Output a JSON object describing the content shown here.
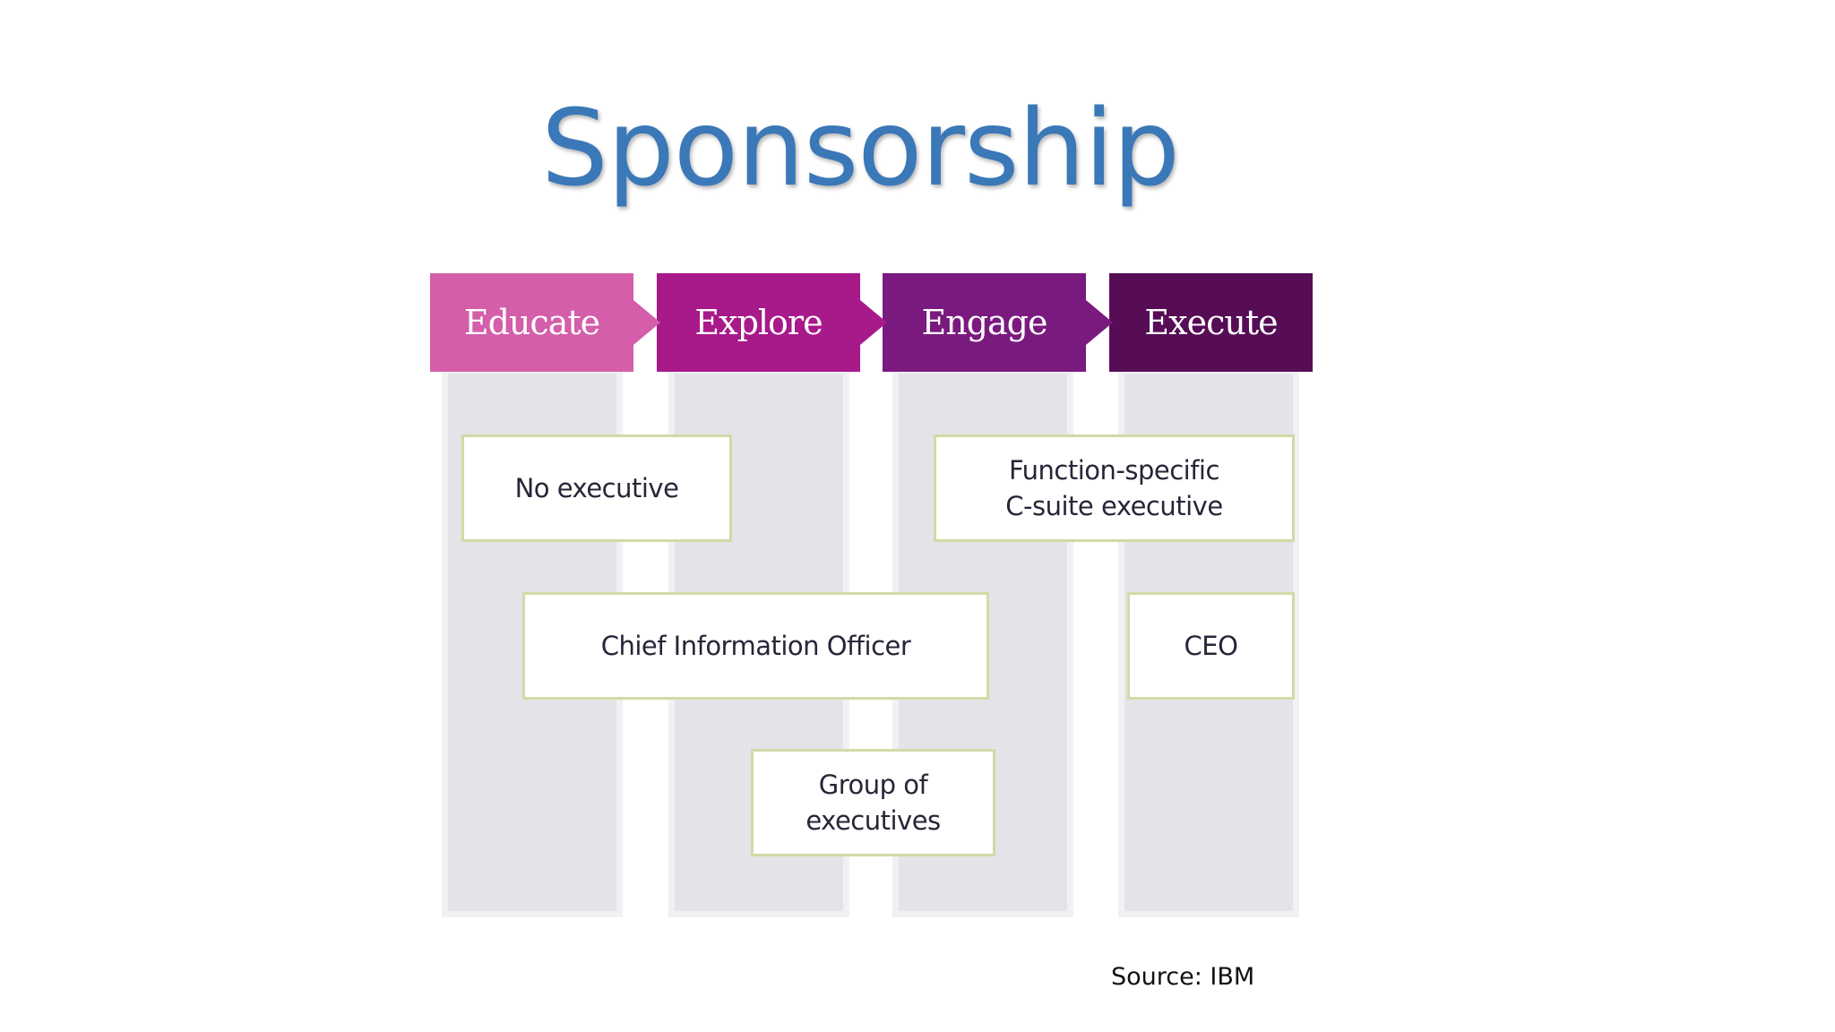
{
  "title": "Sponsorship",
  "stages": [
    {
      "label": "Educate",
      "color": "#d45ea9"
    },
    {
      "label": "Explore",
      "color": "#a8198a"
    },
    {
      "label": "Engage",
      "color": "#7a1a7f"
    },
    {
      "label": "Execute",
      "color": "#560d55"
    }
  ],
  "boxes": {
    "no_executive": "No executive",
    "function_specific_line1": "Function-specific",
    "function_specific_line2": "C-suite executive",
    "cio": "Chief Information Officer",
    "ceo": "CEO",
    "group_line1": "Group of",
    "group_line2": "executives"
  },
  "source": "Source: IBM",
  "colors": {
    "title": "#3a78b8",
    "box_border": "#d4d9a6",
    "column_fill": "#e3e4e8"
  }
}
